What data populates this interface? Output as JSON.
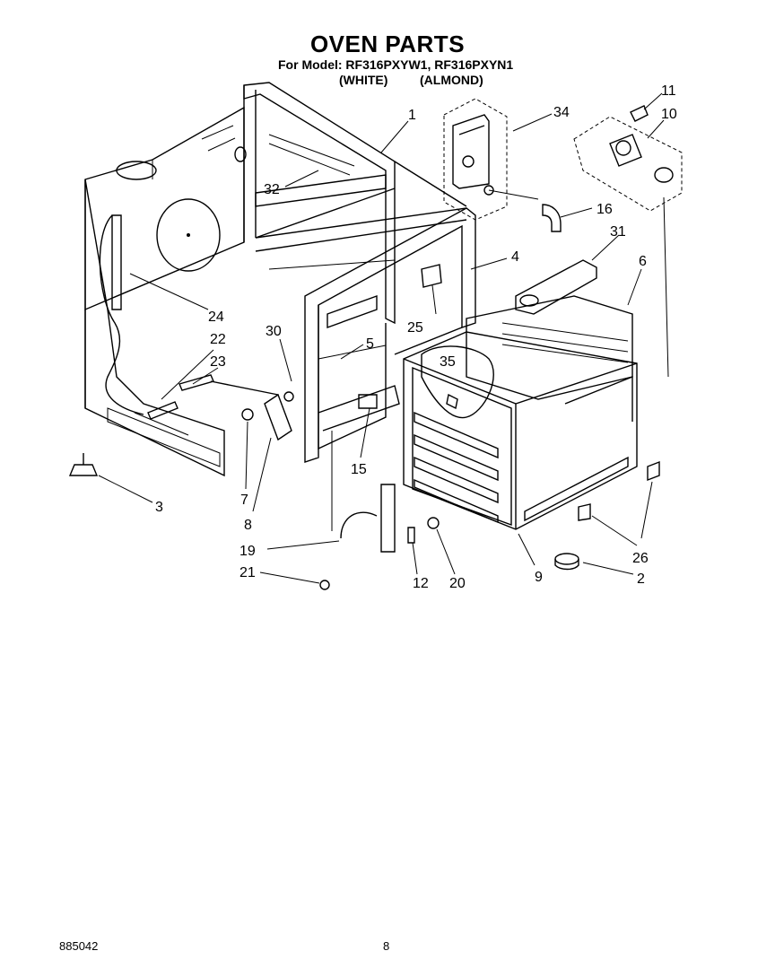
{
  "header": {
    "title": "OVEN PARTS",
    "model_line": "For Model: RF316PXYW1, RF316PXYN1",
    "variant_white": "(WHITE)",
    "variant_almond": "(ALMOND)"
  },
  "callouts": [
    "1",
    "2",
    "3",
    "4",
    "5",
    "6",
    "7",
    "8",
    "9",
    "10",
    "11",
    "12",
    "15",
    "16",
    "19",
    "20",
    "21",
    "22",
    "23",
    "24",
    "25",
    "26",
    "30",
    "31",
    "32",
    "34",
    "35"
  ],
  "footer": {
    "code": "885042",
    "page": "8"
  }
}
